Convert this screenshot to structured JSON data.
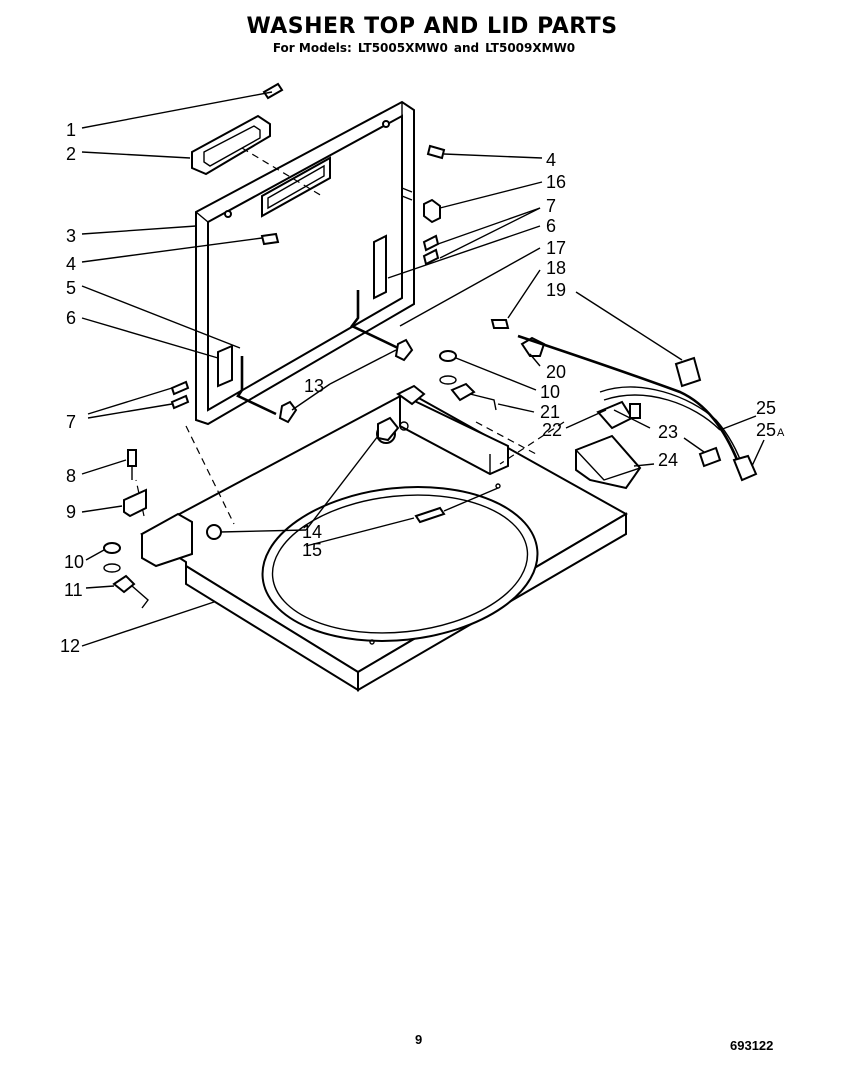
{
  "header": {
    "title": "WASHER TOP AND LID PARTS",
    "subtitle_prefix": "For Models:",
    "model_1": "LT5005XMW0",
    "joiner": "and",
    "model_2": "LT5009XMW0"
  },
  "callouts": [
    {
      "id": "c1",
      "text": "1"
    },
    {
      "id": "c2",
      "text": "2"
    },
    {
      "id": "c3",
      "text": "3"
    },
    {
      "id": "c4a",
      "text": "4"
    },
    {
      "id": "c4b",
      "text": "4"
    },
    {
      "id": "c5",
      "text": "5"
    },
    {
      "id": "c6a",
      "text": "6"
    },
    {
      "id": "c6b",
      "text": "6"
    },
    {
      "id": "c7a",
      "text": "7"
    },
    {
      "id": "c7b",
      "text": "7"
    },
    {
      "id": "c8",
      "text": "8"
    },
    {
      "id": "c9",
      "text": "9"
    },
    {
      "id": "c10a",
      "text": "10"
    },
    {
      "id": "c10b",
      "text": "10"
    },
    {
      "id": "c11",
      "text": "11"
    },
    {
      "id": "c12",
      "text": "12"
    },
    {
      "id": "c13",
      "text": "13"
    },
    {
      "id": "c14",
      "text": "14"
    },
    {
      "id": "c15",
      "text": "15"
    },
    {
      "id": "c16",
      "text": "16"
    },
    {
      "id": "c17",
      "text": "17"
    },
    {
      "id": "c18",
      "text": "18"
    },
    {
      "id": "c19",
      "text": "19"
    },
    {
      "id": "c20",
      "text": "20"
    },
    {
      "id": "c21",
      "text": "21"
    },
    {
      "id": "c22",
      "text": "22"
    },
    {
      "id": "c23",
      "text": "23"
    },
    {
      "id": "c24",
      "text": "24"
    },
    {
      "id": "c25",
      "text": "25"
    },
    {
      "id": "c25a",
      "text": "25",
      "suffix": "A"
    }
  ],
  "footer": {
    "page_number": "9",
    "doc_number": "693122"
  }
}
